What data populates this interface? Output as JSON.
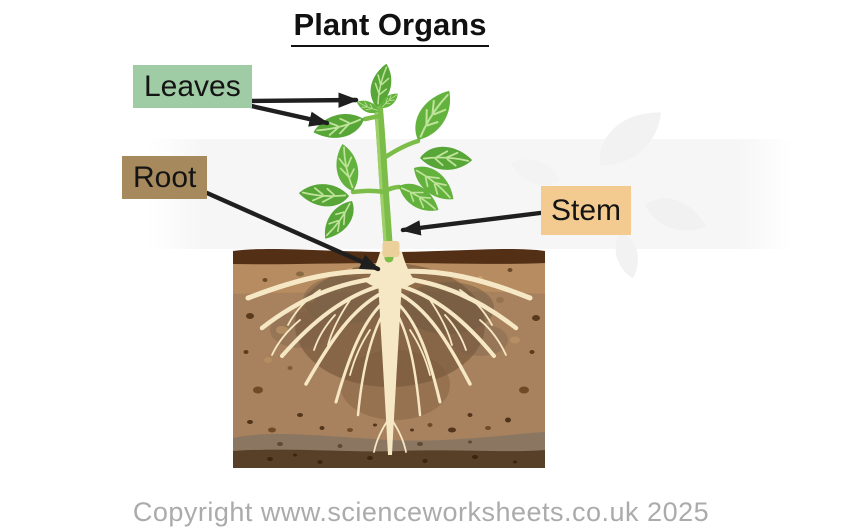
{
  "title": "Plant Organs",
  "labels": {
    "leaves": {
      "text": "Leaves",
      "bg": "#9fcba5"
    },
    "root": {
      "text": "Root",
      "bg": "#a6895c"
    },
    "stem": {
      "text": "Stem",
      "bg": "#f3ca90"
    }
  },
  "footer": {
    "copyright": "Copyright www.scienceworksheets.co.uk 2025"
  },
  "diagram": {
    "type": "labeled-illustration",
    "subject": "Seedling with leaves and stem above ground and root system in a soil cross-section",
    "arrows": [
      {
        "from": "leaves-label",
        "to": "upper-leaf"
      },
      {
        "from": "leaves-label",
        "to": "side-leaf"
      },
      {
        "from": "root-label",
        "to": "root-crown"
      },
      {
        "from": "stem-label",
        "to": "stem-base"
      }
    ],
    "colors": {
      "leaf_green": "#57a637",
      "leaf_green_alt": "#64b23e",
      "leaf_vein": "#bfe39a",
      "stem_green": "#7cbd4a",
      "stem_highlight": "#9ed06a",
      "soil_main": "#a8825e",
      "soil_top_dark_band": "#532f16",
      "soil_upper_tan_band": "#b78c60",
      "soil_lower_gray_band": "#8b7662",
      "soil_bottom_dark_band": "#583f27",
      "root_cream": "#f6e8c4",
      "arrow_black": "#1f1f1f",
      "copyright_gray": "#ababab"
    }
  }
}
